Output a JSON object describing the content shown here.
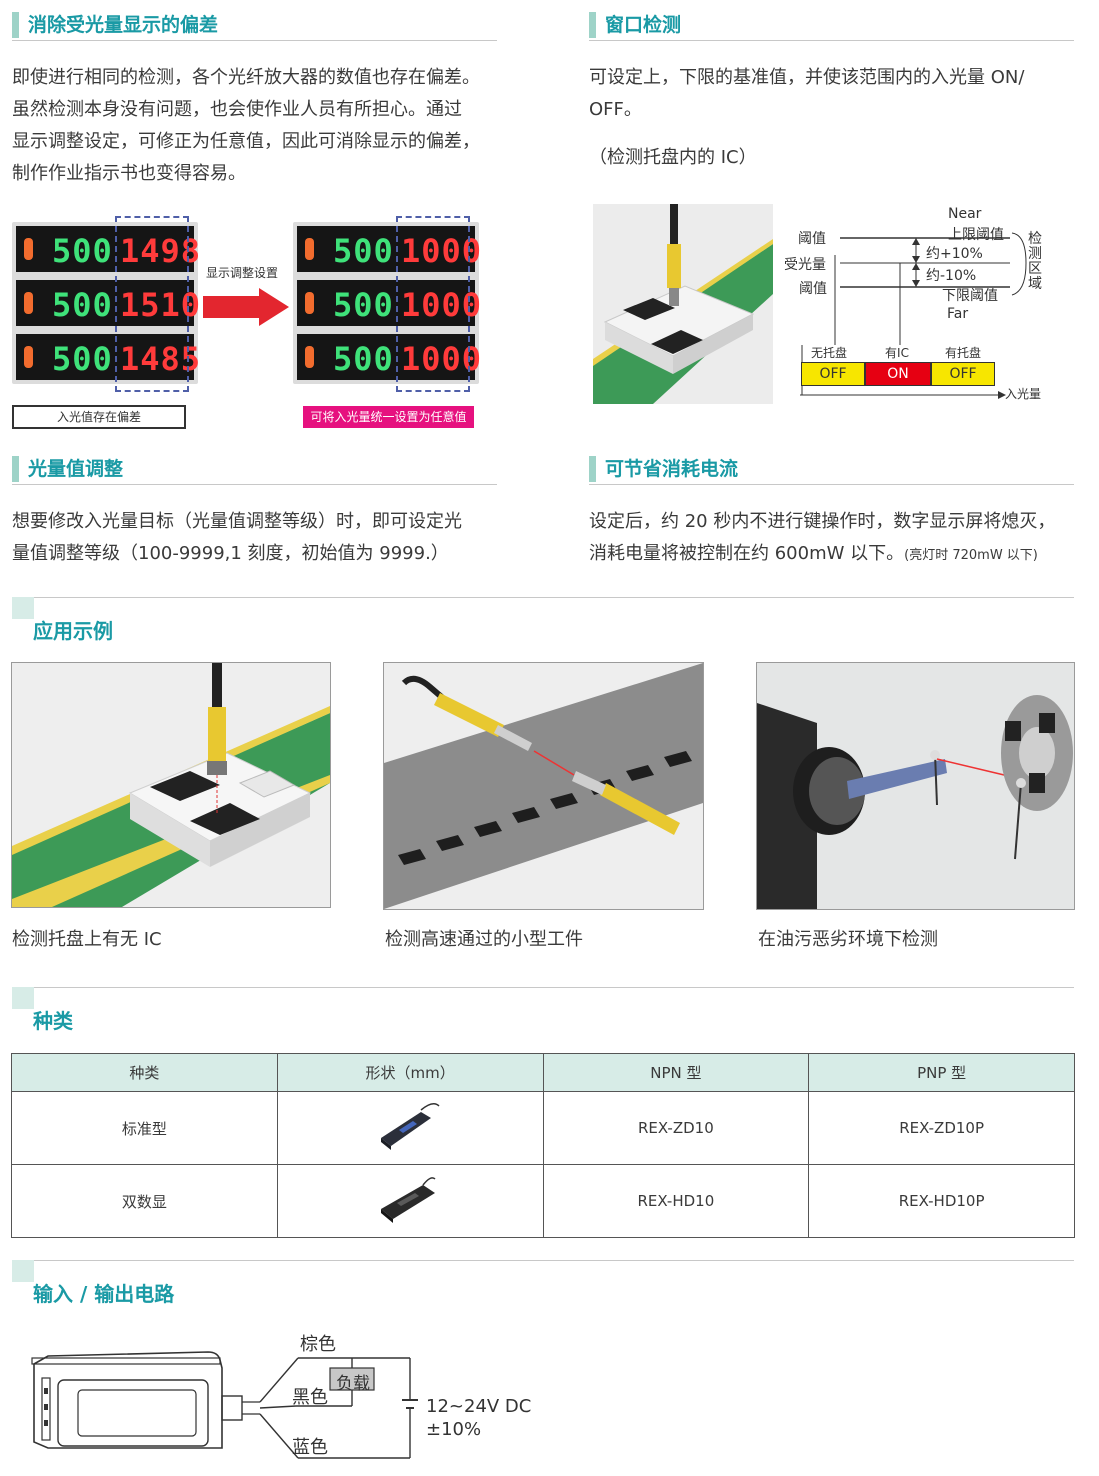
{
  "offset_section": {
    "title": "消除受光量显示的偏差",
    "lines": [
      "即使进行相同的检测，各个光纤放大器的数值也存在偏差。",
      "虽然检测本身没有问题，也会使作业人员有所担心。通过",
      "显示调整设定，可修正为任意值，因此可消除显示的偏差，",
      "制作作业指示书也变得容易。"
    ],
    "before_displays": [
      {
        "set": "500",
        "value": "1498"
      },
      {
        "set": "500",
        "value": "1510"
      },
      {
        "set": "500",
        "value": "1485"
      }
    ],
    "after_displays": [
      {
        "set": "500",
        "value": "1000"
      },
      {
        "set": "500",
        "value": "1000"
      },
      {
        "set": "500",
        "value": "1000"
      }
    ],
    "arrow_label": "显示调整设置",
    "before_label": "入光值存在偏差",
    "after_label": "可将入光量统一设置为任意值"
  },
  "window_section": {
    "title": "窗口检测",
    "lines": [
      "可设定上，下限的基准值，并使该范围内的入光量 ON/",
      "OFF。"
    ],
    "note": "（检测托盘内的 IC）",
    "diagram": {
      "near": "Near",
      "far": "Far",
      "threshold_top": "阈值",
      "received": "受光量",
      "threshold_bottom": "阈值",
      "upper_threshold": "上限阈值",
      "lower_threshold": "下限阈值",
      "plus": "约+10%",
      "minus": "约-10%",
      "zone": "检测区域",
      "states": [
        {
          "label": "无托盘",
          "value": "OFF"
        },
        {
          "label": "有IC",
          "value": "ON"
        },
        {
          "label": "有托盘",
          "value": "OFF"
        }
      ],
      "axis": "入光量",
      "colors": {
        "off": "#f7e600",
        "on": "#e60012"
      }
    }
  },
  "light_section": {
    "title": "光量值调整",
    "lines": [
      "想要修改入光量目标（光量值调整等级）时，即可设定光",
      "量值调整等级（100-9999,1 刻度，初始值为 9999.）"
    ]
  },
  "power_section": {
    "title": "可节省消耗电流",
    "line1": "设定后，约 20 秒内不进行键操作时，数字显示屏将熄灭，",
    "line2": "消耗电量将被控制在约 600mW 以下。",
    "line2_note": "(亮灯时 720mW 以下)"
  },
  "applications": {
    "title": "应用示例",
    "items": [
      {
        "caption": "检测托盘上有无 IC"
      },
      {
        "caption": "检测高速通过的小型工件"
      },
      {
        "caption": "在油污恶劣环境下检测"
      }
    ]
  },
  "kinds": {
    "title": "种类",
    "headers": [
      "种类",
      "形状（mm）",
      "NPN 型",
      "PNP 型"
    ],
    "rows": [
      {
        "kind": "标准型",
        "npn": "REX-ZD10",
        "pnp": "REX-ZD10P"
      },
      {
        "kind": "双数显",
        "npn": "REX-HD10",
        "pnp": "REX-HD10P"
      }
    ]
  },
  "circuit": {
    "title": "输入 / 输出电路",
    "brown": "棕色",
    "black": "黑色",
    "blue": "蓝色",
    "load": "负载",
    "supply_line1": "12~24V DC",
    "supply_line2": "±10%"
  },
  "colors": {
    "accent": "#1a9aa5",
    "accent_light": "#d7ece7",
    "arrow": "#e3262f",
    "magenta": "#e6117f"
  }
}
